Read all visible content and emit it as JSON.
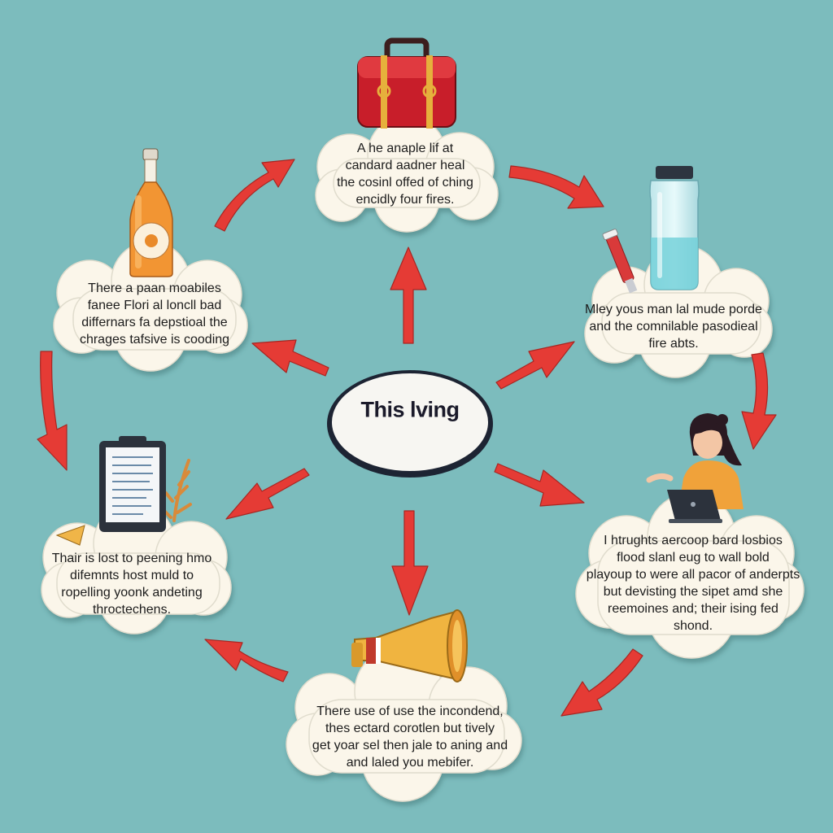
{
  "center": {
    "label": "This lving"
  },
  "nodes": [
    {
      "id": "top",
      "icon": "red-toolbox-icon",
      "lines": [
        "A he anaple lif at",
        "candard aadner heal",
        "the cosinl offed of ching",
        "encidly four fires."
      ]
    },
    {
      "id": "right-upper",
      "icon": "water-jar-icon",
      "lines": [
        "Mley yous man lal mude porde",
        "and the comnilable pasodieal",
        "fire abts."
      ]
    },
    {
      "id": "right-lower",
      "icon": "woman-with-laptop-icon",
      "lines": [
        "I htrughts aercoop bard losbios",
        "flood slanl eug to wall bold",
        "playoup to were all pacor of anderpts",
        "but devisting the sipet amd she",
        "reemoines and; their ising fed",
        "shond."
      ]
    },
    {
      "id": "bottom",
      "icon": "megaphone-icon",
      "lines": [
        "There use of use the incondend,",
        "thes ectard corotlen but tively",
        "get yoar sel then jale to aning and",
        "and laled you mebifer."
      ]
    },
    {
      "id": "left-lower",
      "icon": "clipboard-icon",
      "lines": [
        "Thair is lost to peening hmo",
        "difemnts host muld to",
        "ropelling yoonk andeting",
        "throctechens."
      ]
    },
    {
      "id": "left-upper",
      "icon": "orange-bottle-icon",
      "lines": [
        "There a paan moabiles",
        "fanee Flori al loncll bad",
        "differnars fa depstioal the",
        "chrages tafsive is cooding"
      ]
    }
  ],
  "colors": {
    "background": "#7cbcbd",
    "arrow": "#e53b35",
    "cloud": "#fbf6ea",
    "ellipse_border": "#1d2433"
  }
}
